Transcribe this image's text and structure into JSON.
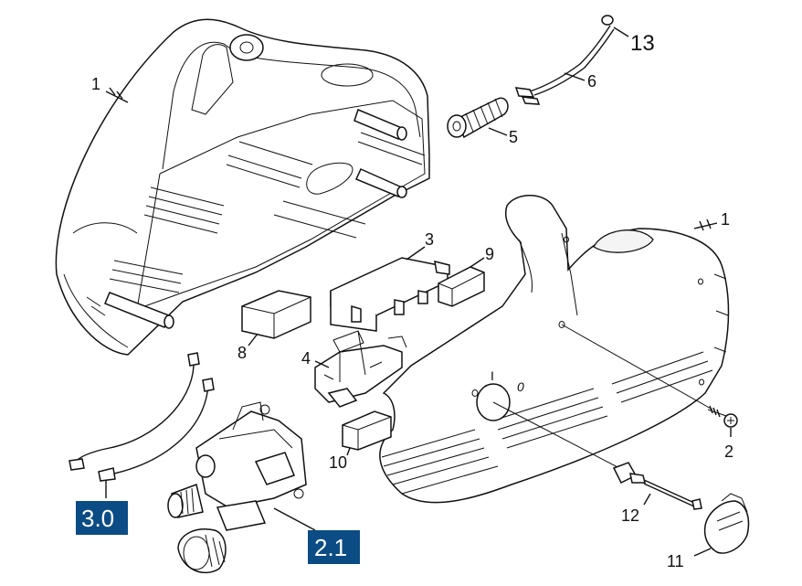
{
  "callouts": {
    "c1a": "1",
    "c1b": "1",
    "c2": "2",
    "c3": "3",
    "c4": "4",
    "c5": "5",
    "c6": "6",
    "c8": "8",
    "c9": "9",
    "c10": "10",
    "c11": "11",
    "c12": "12",
    "c13": "13"
  },
  "badges": {
    "b30": "3.0",
    "b21": "2.1"
  },
  "switch_marks": {
    "on": "I",
    "off": "0"
  },
  "colors": {
    "badge": "#0b4c85",
    "line": "#111111"
  }
}
